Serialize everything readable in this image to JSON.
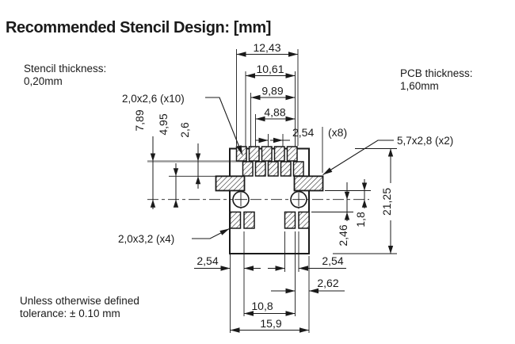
{
  "title": "Recommended Stencil Design: [mm]",
  "annotations": {
    "stencil_thickness": {
      "label": "Stencil thickness:",
      "value": "0,20mm"
    },
    "pcb_thickness": {
      "label": "PCB thickness:",
      "value": "1,60mm"
    },
    "tolerance": {
      "line1": "Unless otherwise defined",
      "line2": "tolerance: ± 0.10 mm"
    }
  },
  "callouts": {
    "top_apertures": "2,0x2,6 (x10)",
    "side_apertures": "5,7x2,8 (x2)",
    "bottom_apertures": "2,0x3,2 (x4)"
  },
  "dimensions": {
    "width_12_43": "12,43",
    "width_10_61": "10,61",
    "width_9_89": "9,89",
    "width_4_88": "4,88",
    "pitch_2_54": "2,54",
    "pitch_count": "(x8)",
    "left_7_89": "7,89",
    "left_4_95": "4,95",
    "left_2_6": "2,6",
    "right_21_25": "21,25",
    "right_1_8": "1,8",
    "right_2_46": "2,46",
    "bottom_left_2_54": "2,54",
    "bottom_right_2_54": "2,54",
    "bottom_2_62": "2,62",
    "bottom_10_8": "10,8",
    "bottom_15_9": "15,9"
  },
  "colors": {
    "line": "#1a1a1a",
    "gray_reference": "#9a9a9a",
    "background": "#ffffff"
  }
}
